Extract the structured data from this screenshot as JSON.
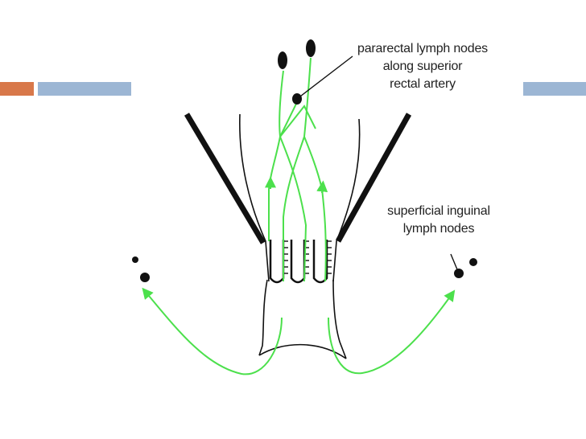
{
  "colors": {
    "accent_orange": "#D8784A",
    "accent_blue": "#9CB6D4",
    "lymph_green": "#4CE04C",
    "outline": "#111111"
  },
  "labels": {
    "pararectal": [
      "pararectal lymph nodes",
      "along superior",
      "rectal artery"
    ],
    "inguinal": [
      "superficial inguinal",
      "lymph nodes"
    ]
  }
}
